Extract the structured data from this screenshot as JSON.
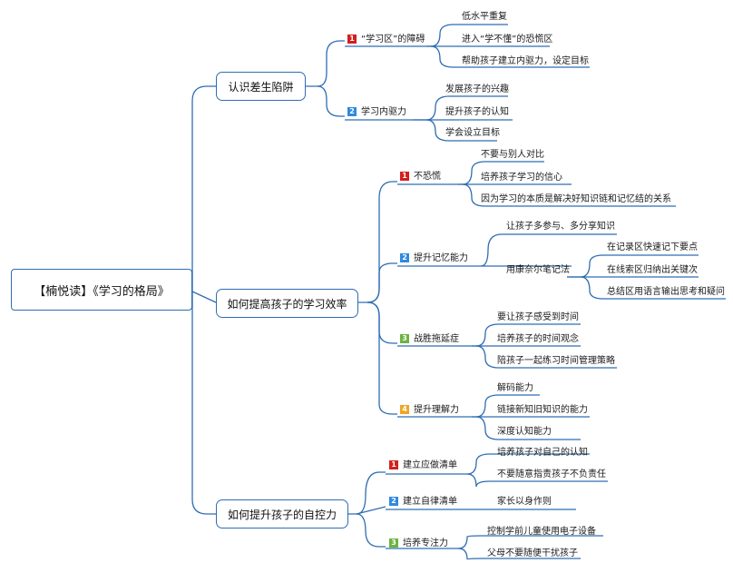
{
  "root": "【楠悦读】《学习的格局》",
  "colors": {
    "line": "#2f6db3",
    "badge1": "#d21f1f",
    "badge2": "#2f8ae0",
    "badge3": "#6cb33f",
    "badge4": "#f0a623"
  },
  "branches": [
    {
      "label": "认识差生陷阱",
      "subs": [
        {
          "num": "1",
          "label": "“学习区”的障碍",
          "items": [
            "低水平重复",
            "进入“学不懂”的恐慌区",
            "帮助孩子建立内驱力，设定目标"
          ]
        },
        {
          "num": "2",
          "label": "学习内驱力",
          "items": [
            "发展孩子的兴趣",
            "提升孩子的认知",
            "学会设立目标"
          ]
        }
      ]
    },
    {
      "label": "如何提高孩子的学习效率",
      "subs": [
        {
          "num": "1",
          "label": "不恐慌",
          "items": [
            "不要与别人对比",
            "培养孩子学习的信心",
            "因为学习的本质是解决好知识链和记忆结的关系"
          ]
        },
        {
          "num": "2",
          "label": "提升记忆能力",
          "items": [
            "让孩子多参与、多分享知识",
            "用康奈尔笔记法"
          ],
          "sub_items": [
            "在记录区快速记下要点",
            "在线索区归纳出关键次",
            "总结区用语言输出思考和疑问"
          ]
        },
        {
          "num": "3",
          "label": "战胜拖延症",
          "items": [
            "要让孩子感受到时间",
            "培养孩子的时间观念",
            "陪孩子一起练习时间管理策略"
          ]
        },
        {
          "num": "4",
          "label": "提升理解力",
          "items": [
            "解码能力",
            "链接新知旧知识的能力",
            "深度认知能力"
          ]
        }
      ]
    },
    {
      "label": "如何提升孩子的自控力",
      "subs": [
        {
          "num": "1",
          "label": "建立应做清单",
          "items": [
            "培养孩子对自己的认知",
            "不要随意指责孩子不负责任"
          ]
        },
        {
          "num": "2",
          "label": "建立自律清单",
          "items": [
            "家长以身作则"
          ]
        },
        {
          "num": "3",
          "label": "培养专注力",
          "items": [
            "控制学前儿童使用电子设备",
            "父母不要随便干扰孩子"
          ]
        }
      ]
    }
  ]
}
